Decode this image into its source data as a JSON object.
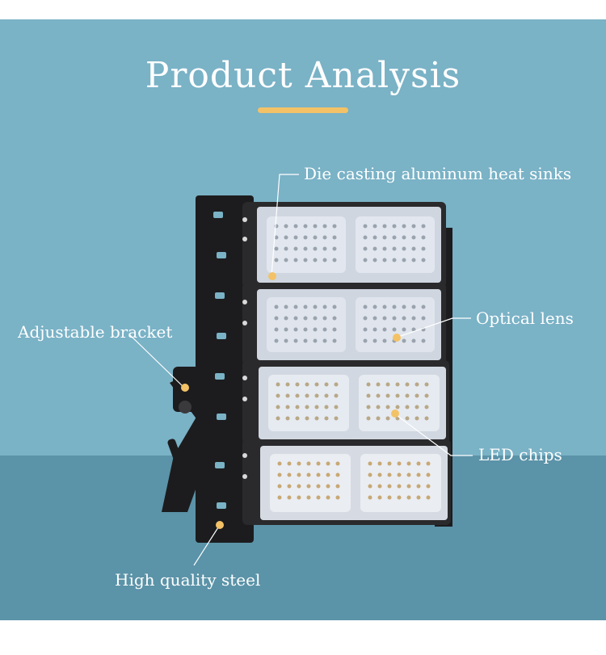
{
  "page": {
    "title": "Product Analysis"
  },
  "labels": {
    "heat_sinks": "Die casting aluminum heat sinks",
    "optical_lens": "Optical lens",
    "bracket": "Adjustable bracket",
    "led_chips": "LED chips",
    "steel": "High quality steel"
  },
  "colors": {
    "background": "#7ab2c6",
    "background_lower": "#5b93a8",
    "accent": "#f3c266",
    "housing": "#1c1c1e",
    "lens": "#d7dde6"
  }
}
